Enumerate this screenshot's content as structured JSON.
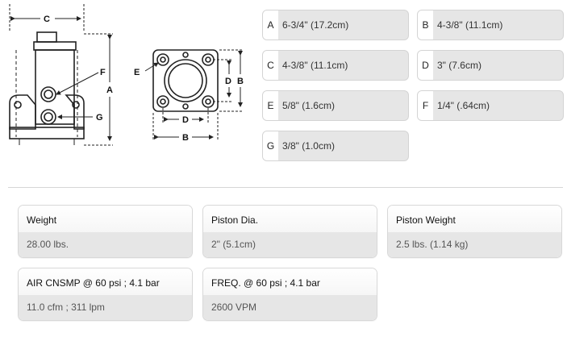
{
  "diagram": {
    "labels": {
      "a": "A",
      "b": "B",
      "c": "C",
      "d": "D",
      "e": "E",
      "f": "F",
      "g": "G"
    }
  },
  "dimensions": [
    {
      "letter": "A",
      "value": "6-3/4\" (17.2cm)"
    },
    {
      "letter": "B",
      "value": "4-3/8\" (11.1cm)"
    },
    {
      "letter": "C",
      "value": "4-3/8\" (11.1cm)"
    },
    {
      "letter": "D",
      "value": "3\" (7.6cm)"
    },
    {
      "letter": "E",
      "value": "5/8\" (1.6cm)"
    },
    {
      "letter": "F",
      "value": "1/4\" (.64cm)"
    },
    {
      "letter": "G",
      "value": "3/8\" (1.0cm)"
    }
  ],
  "specs": [
    {
      "label": "Weight",
      "value": "28.00 lbs."
    },
    {
      "label": "Piston Dia.",
      "value": "2\" (5.1cm)"
    },
    {
      "label": "Piston Weight",
      "value": "2.5 lbs. (1.14 kg)"
    },
    {
      "label": "AIR CNSMP @ 60 psi ; 4.1 bar",
      "value": "11.0 cfm ; 311 lpm"
    },
    {
      "label": "FREQ. @ 60 psi ; 4.1 bar",
      "value": "2600 VPM"
    }
  ]
}
